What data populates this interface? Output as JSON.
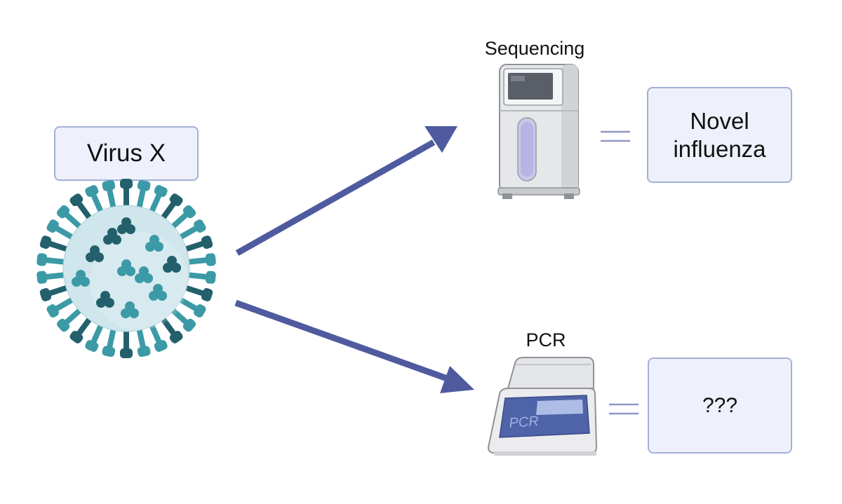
{
  "source": {
    "label": "Virus X",
    "icon": "virus-icon"
  },
  "methods": [
    {
      "label": "Sequencing",
      "icon": "sequencer-icon",
      "result": "Novel influenza"
    },
    {
      "label": "PCR",
      "icon": "pcr-machine-icon",
      "device_text": "PCR",
      "result": "???"
    }
  ],
  "colors": {
    "arrow": "#4f5b9e",
    "box_fill": "#eef1fb",
    "box_border": "#a3b0d6",
    "equals": "#8c97c4",
    "virus_body": "#cfe6ec",
    "virus_spike": "#3c9aa6",
    "virus_dark": "#24606c"
  }
}
